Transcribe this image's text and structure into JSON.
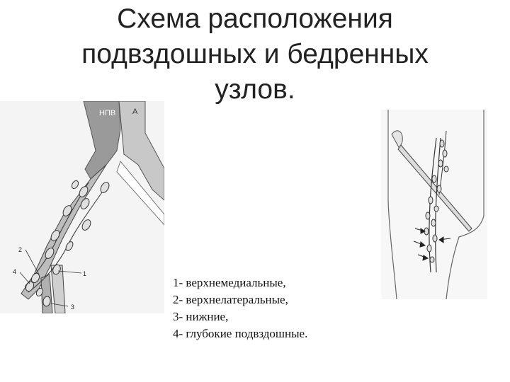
{
  "title": {
    "line1": "Схема расположения",
    "line2": "подвздошных и бедренных",
    "line3": "узлов."
  },
  "left_figure": {
    "label_npv": "НПВ",
    "label_a": "А",
    "callouts": [
      "1",
      "2",
      "3",
      "4"
    ]
  },
  "legend": {
    "items": [
      "1- верхнемедиальные,",
      "2- верхнелатеральные,",
      "3- нижние,",
      "4- глубокие подвздошные."
    ]
  },
  "colors": {
    "vessel_fill": "#c4c4c4",
    "vessel_dark": "#8e8e8e",
    "node_fill": "#d8d8d8",
    "line": "#333333",
    "background": "#ffffff"
  }
}
